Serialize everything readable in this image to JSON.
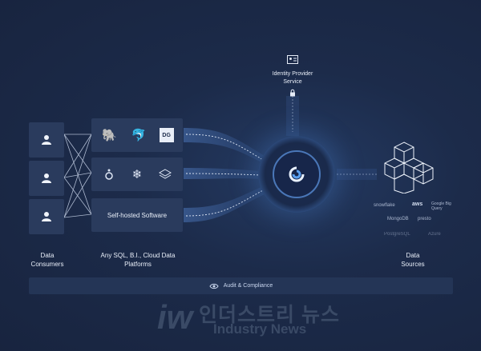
{
  "consumers": {
    "label": "Data\nConsumers",
    "icons": [
      "user-icon",
      "user-icon",
      "user-icon"
    ]
  },
  "tools": {
    "label": "Any SQL, B.I., Cloud Data\nPlatforms",
    "row1_icons": [
      "postgres-elephant-icon",
      "mysql-dolphin-icon",
      "dg-logo-icon"
    ],
    "row1_dg_text": "DG",
    "row2_icons": [
      "looker-icon",
      "snowflake-tool-icon",
      "layers-icon"
    ],
    "self_hosted_label": "Self-hosted Software"
  },
  "identity": {
    "label": "Identity Provider\nService",
    "icon": "id-card-icon",
    "lock_icon": "lock-icon"
  },
  "hub": {
    "icon": "product-logo-icon"
  },
  "sources": {
    "label": "Data\nSources",
    "icon": "cubes-icon",
    "logos": [
      "snowflake",
      "aws",
      "Google Big Query",
      "MongoDB",
      "presto",
      "PostgreSQL",
      "Azure"
    ]
  },
  "audit": {
    "label": "Audit & Compliance",
    "icon": "eye-icon"
  },
  "brand": {
    "mark": "iw",
    "korean": "인더스트리 뉴스",
    "english": "Industry News"
  },
  "colors": {
    "background": "#1b2a48",
    "box": "#2a3b5d",
    "accent": "#4a77b8",
    "hub_glow": "#5a8fd8"
  }
}
